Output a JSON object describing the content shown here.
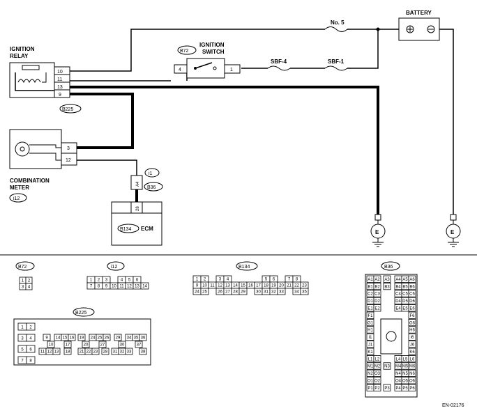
{
  "diagram": {
    "ignition_relay_label_1": "IGNITION",
    "ignition_relay_label_2": "RELAY",
    "ignition_switch_label_1": "IGNITION",
    "ignition_switch_label_2": "SWITCH",
    "battery_label": "BATTERY",
    "fuse_no5": "No. 5",
    "sbf4": "SBF-4",
    "sbf1": "SBF-1",
    "combination_meter_1": "COMBINATION",
    "combination_meter_2": "METER",
    "ecm_label": "ECM",
    "ground_symbol": "E",
    "figure_id": "EN-02176"
  },
  "refs": {
    "b72": "B72",
    "b225": "B225",
    "i12": "i12",
    "i1": "i1",
    "b36": "B36",
    "b134": "B134"
  },
  "pins": {
    "relay_10": "10",
    "relay_11": "11",
    "relay_13": "13",
    "relay_9": "9",
    "sw_4": "4",
    "sw_1": "1",
    "meter_3": "3",
    "meter_12": "12",
    "a4": "A4",
    "ecm_28": "28"
  },
  "connectors": {
    "b72": {
      "title": "B72",
      "rows": [
        [
          "1",
          "2"
        ],
        [
          "3",
          "4"
        ]
      ]
    },
    "i12": {
      "title": "i12",
      "rows": [
        [
          "1",
          "2",
          "3",
          "",
          "4",
          "5",
          "6"
        ],
        [
          "7",
          "8",
          "9",
          "10",
          "11",
          "12",
          "13",
          "14"
        ]
      ]
    },
    "b134": {
      "title": "B134",
      "row1": [
        "1",
        "2",
        "",
        "3",
        "4",
        "",
        "",
        "",
        "",
        "5",
        "6",
        "",
        "7",
        "8"
      ],
      "row2": [
        "9",
        "10",
        "11",
        "12",
        "13",
        "14",
        "15",
        "16",
        "17",
        "18",
        "19",
        "20",
        "21",
        "22",
        "23"
      ],
      "row3": [
        "24",
        "25",
        "",
        "26",
        "27",
        "28",
        "29",
        "",
        "30",
        "31",
        "32",
        "33",
        "",
        "34",
        "35"
      ]
    },
    "b225": {
      "title": "B225",
      "left": [
        [
          "1",
          "2"
        ],
        [
          "3",
          "4"
        ],
        [
          "5",
          "6"
        ],
        [
          "7",
          "8"
        ]
      ],
      "r1": [
        "9",
        "14",
        "15",
        "16",
        "19",
        "24",
        "25",
        "26",
        "29",
        "34",
        "35",
        "36"
      ],
      "r2": [
        "10",
        "17",
        "20",
        "27",
        "30",
        "37"
      ],
      "r3": [
        "11",
        "12",
        "13",
        "18",
        "21",
        "22",
        "23",
        "28",
        "31",
        "32",
        "33",
        "38"
      ]
    },
    "b36": {
      "title": "B36",
      "rows": [
        [
          "A1",
          "A2",
          "A3",
          "A4",
          "A5",
          "A6"
        ],
        [
          "B1",
          "B2",
          "B3",
          "B4",
          "B5",
          "B6"
        ],
        [
          "C2",
          "C3",
          "C4",
          "C5",
          "C6"
        ],
        [
          "D1",
          "D2",
          "D4",
          "D5",
          "D6"
        ],
        [
          "E1",
          "E2",
          "E4",
          "E5",
          "E6"
        ],
        [
          "F1",
          "F6"
        ],
        [
          "G1",
          "G6"
        ],
        [
          "H1",
          "H6"
        ],
        [
          "I1",
          "I6"
        ],
        [
          "J1",
          "J6"
        ],
        [
          "K1",
          "K6"
        ],
        [
          "L1",
          "L2",
          "L4",
          "L5",
          "L6"
        ],
        [
          "M1",
          "M2",
          "N3",
          "M4",
          "M5",
          "M6"
        ],
        [
          "N2",
          "O3",
          "N4",
          "N5",
          "N6"
        ],
        [
          "O1",
          "O2",
          "O4",
          "O5",
          "O6"
        ],
        [
          "P1",
          "P2",
          "P3",
          "P4",
          "P5",
          "P6"
        ]
      ]
    }
  }
}
